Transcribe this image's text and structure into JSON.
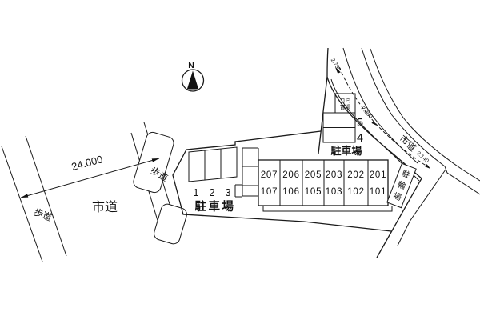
{
  "compass": {
    "label": "N"
  },
  "roads": {
    "left_road_label": "市道",
    "left_sidewalk_label": "歩道",
    "mid_sidewalk_label": "歩道",
    "right_road_label": "市道",
    "width_dimension": "24.000",
    "road_dims": [
      "2.780",
      "2.300",
      "2.140"
    ]
  },
  "parking_main": {
    "label": "駐車場",
    "stalls": [
      "1",
      "2",
      "3"
    ]
  },
  "parking_upper": {
    "label": "駐車場",
    "stalls": [
      "5",
      "4"
    ],
    "trash_line1": "ゴミ",
    "trash_line2": "置場"
  },
  "bicycle": {
    "label": "駐輪場",
    "chars": [
      "駐",
      "輪",
      "場"
    ]
  },
  "building": {
    "units": [
      {
        "u": "207",
        "l": "107"
      },
      {
        "u": "206",
        "l": "106"
      },
      {
        "u": "205",
        "l": "105"
      },
      {
        "u": "203",
        "l": "103"
      },
      {
        "u": "202",
        "l": "102"
      },
      {
        "u": "201",
        "l": "101"
      }
    ]
  }
}
